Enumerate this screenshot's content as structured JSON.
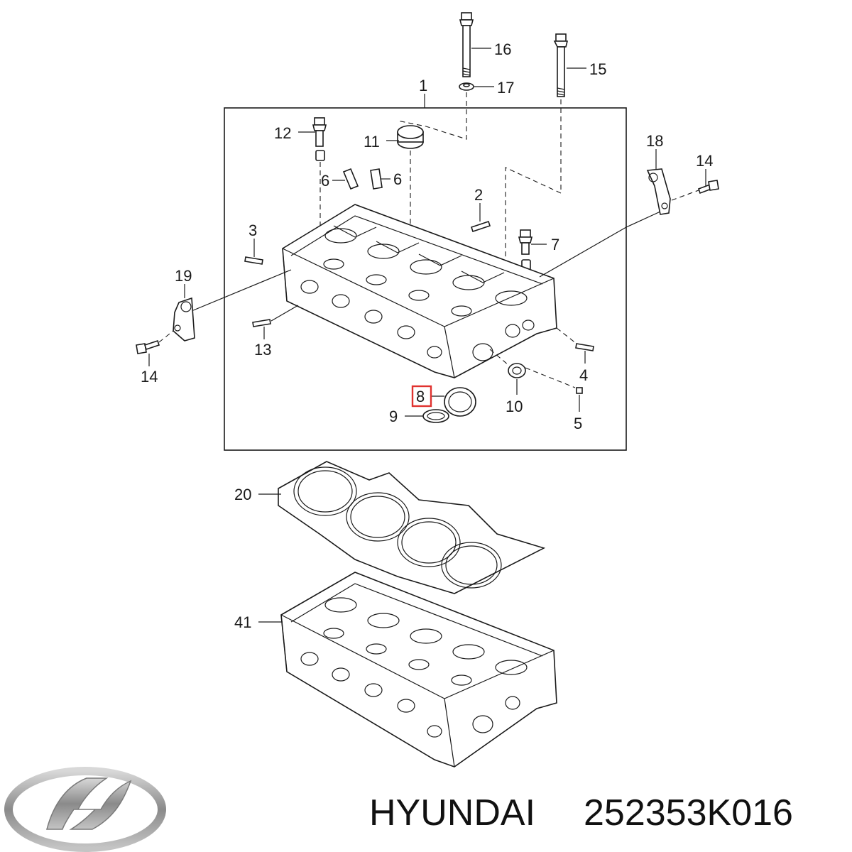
{
  "callouts": {
    "c1": "1",
    "c2": "2",
    "c3": "3",
    "c4": "4",
    "c5": "5",
    "c6a": "6",
    "c6b": "6",
    "c7": "7",
    "c8": "8",
    "c9": "9",
    "c10": "10",
    "c11": "11",
    "c12": "12",
    "c13": "13",
    "c14a": "14",
    "c14b": "14",
    "c15": "15",
    "c16": "16",
    "c17": "17",
    "c18": "18",
    "c19": "19",
    "c20": "20",
    "c41": "41"
  },
  "highlighted_callout": "8",
  "brand": {
    "name": "HYUNDAI",
    "part_number": "252353K016",
    "logo_icon": "hyundai-logo-icon"
  },
  "colors": {
    "highlight": "#e0322f",
    "line": "#1a1a1a",
    "logo": "#9a9a9a"
  }
}
